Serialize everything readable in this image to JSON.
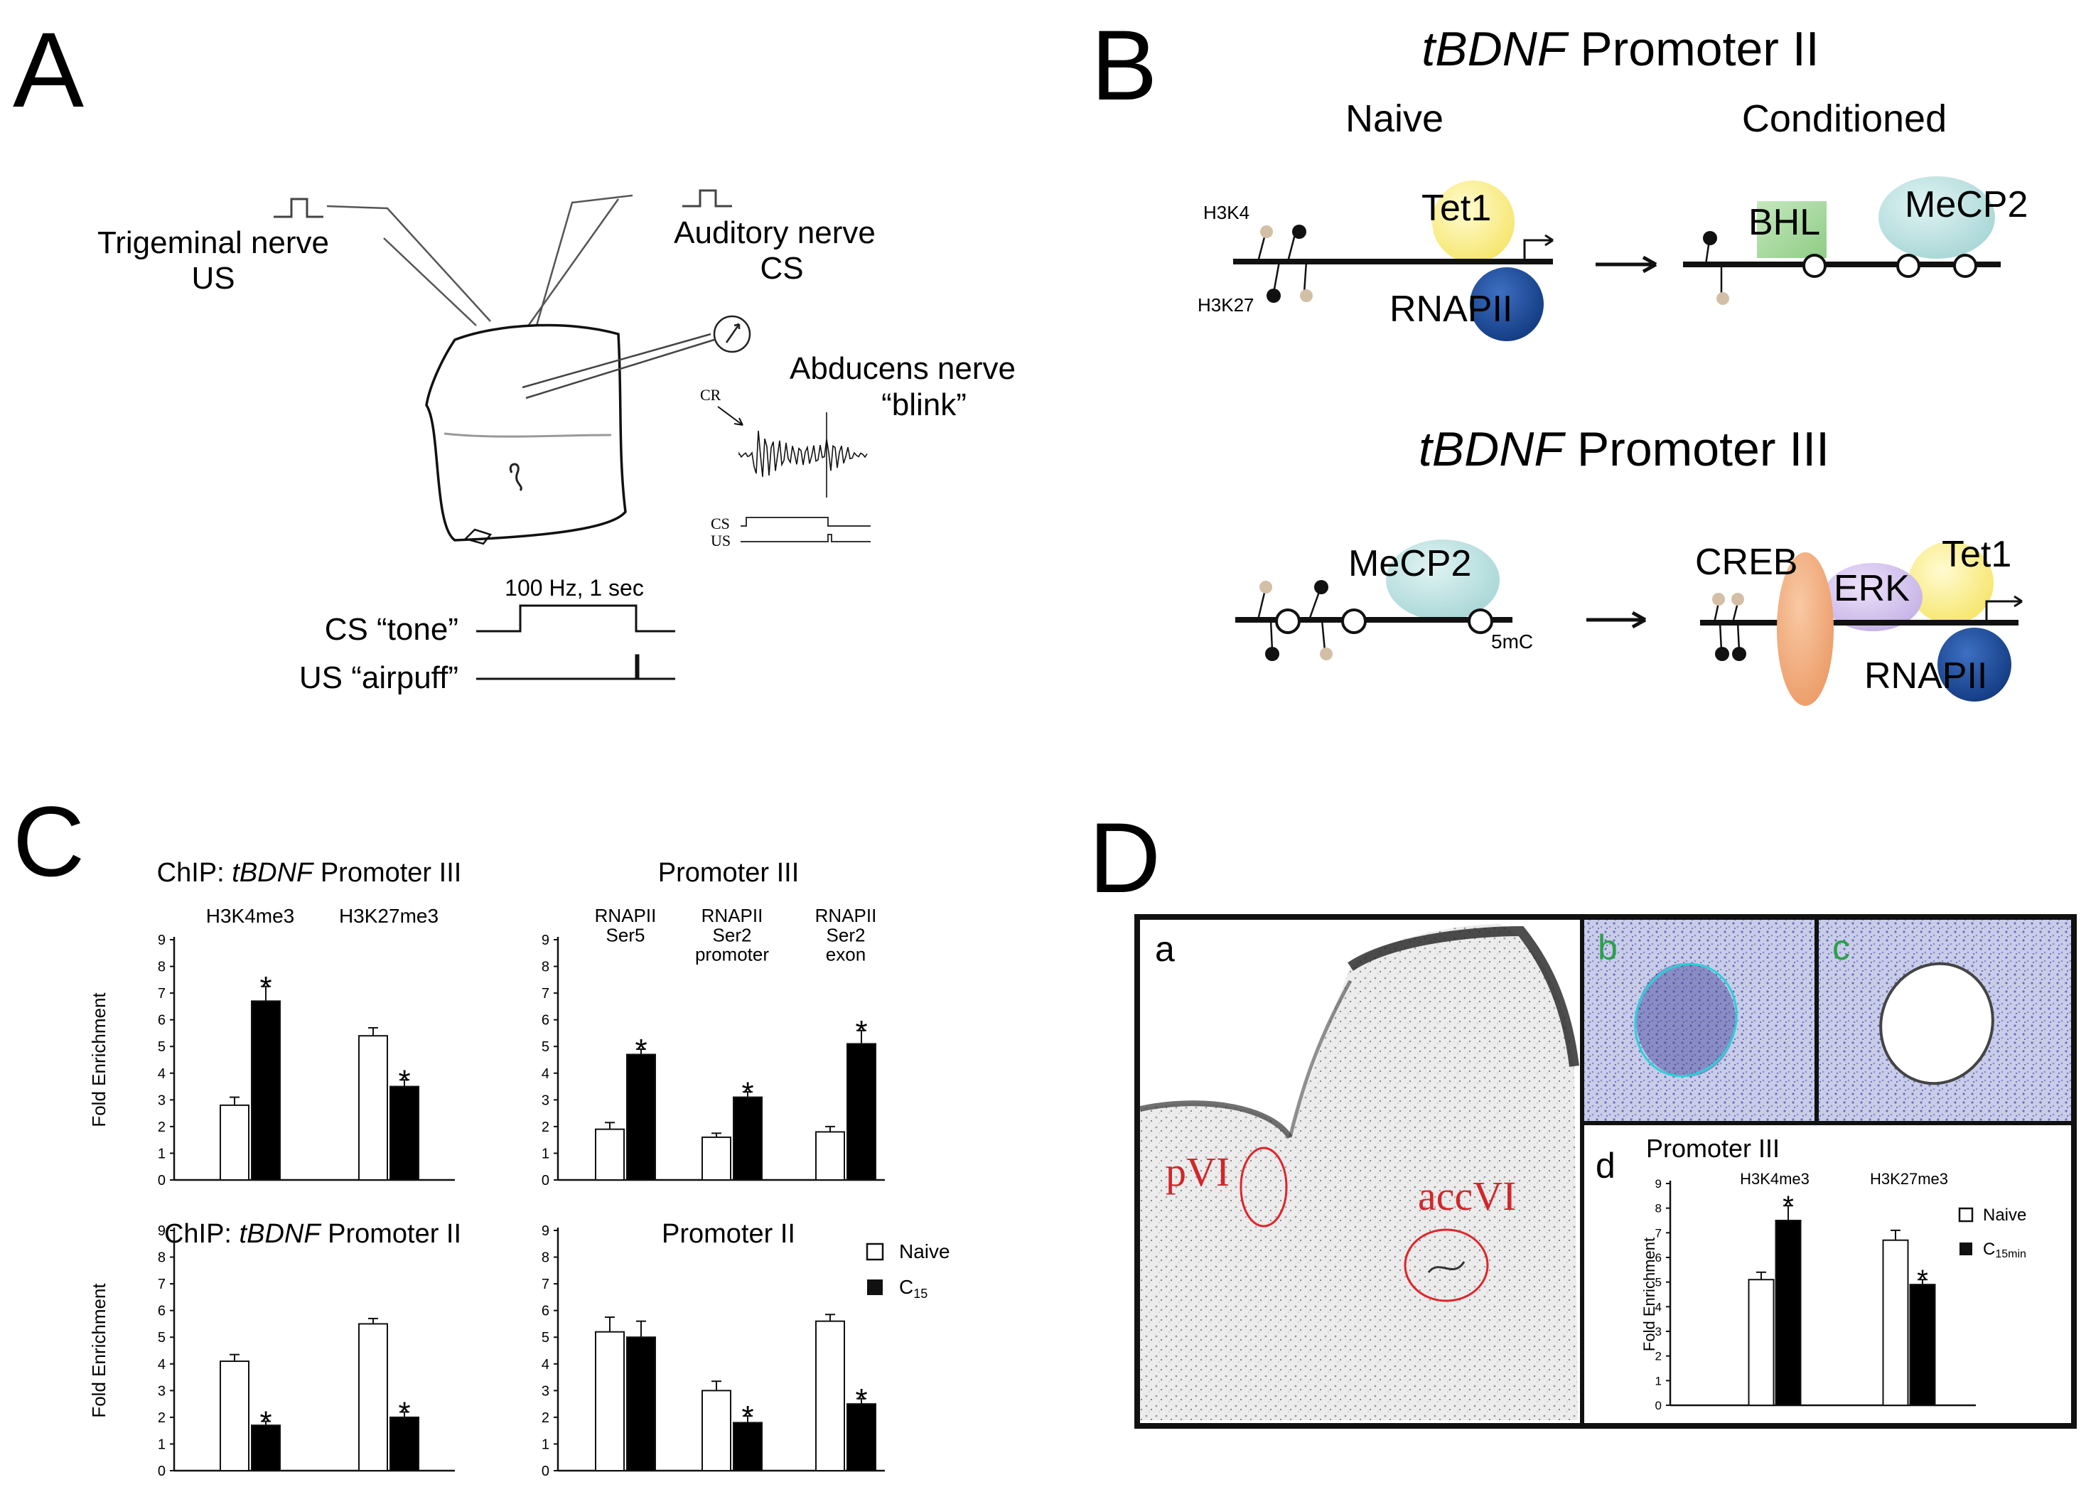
{
  "panels": {
    "A": {
      "letter": "A",
      "trigeminal": "Trigeminal nerve",
      "us": "US",
      "auditory": "Auditory nerve",
      "cs": "CS",
      "abducens": "Abducens nerve",
      "blink": "“blink”",
      "cr": "CR",
      "cs_small": "CS",
      "us_small": "US",
      "freq": "100 Hz, 1 sec",
      "cs_tone": "CS “tone”",
      "us_airpuff": "US “airpuff”"
    },
    "B": {
      "letter": "B",
      "p2_title_italic": "tBDNF",
      "p2_title_rest": " Promoter II",
      "naive": "Naive",
      "conditioned": "Conditioned",
      "h3k4": "H3K4",
      "h3k27": "H3K27",
      "tet1": "Tet1",
      "rnapii": "RNAPII",
      "bhl": "BHL",
      "mecp2": "MeCP2",
      "p3_title_italic": "tBDNF",
      "p3_title_rest": " Promoter III",
      "mecp2_b": "MeCP2",
      "fivemc": "5mC",
      "creb": "CREB",
      "erk": "ERK",
      "tet1_b": "Tet1",
      "rnapii_b": "RNAPII"
    },
    "C": {
      "letter": "C"
    },
    "D": {
      "letter": "D",
      "a": "a",
      "b": "b",
      "c": "c",
      "d": "d",
      "pvi": "pVI",
      "accvi": "accVI"
    }
  },
  "legend": {
    "naive": "Naive",
    "c15_main": "C",
    "c15_sub": "15"
  },
  "legend_d": {
    "naive": "Naive",
    "c15_main": "C",
    "c15_sub": "15min"
  },
  "colors": {
    "naive": "#ffffff",
    "conditioned": "#000000",
    "tet1": "#fff29a",
    "rnapii": "#1f4e9c",
    "mecp2": "#bfe3e3",
    "bhl": "#a9d9a0",
    "creb": "#f4b183",
    "erk": "#d9c8f0",
    "accent_red": "#d2262b"
  },
  "chart_data": [
    {
      "id": "C-top-left",
      "type": "bar",
      "title_prefix": "ChIP: ",
      "title_italic": "tBDNF",
      "title_rest": " Promoter III",
      "categories": [
        "H3K4me3",
        "H3K27me3"
      ],
      "ylabel": "Fold Enrichment",
      "ylim": [
        0,
        9
      ],
      "yticks": [
        "0",
        "1",
        "2",
        "3",
        "4",
        "5",
        "6",
        "7",
        "8",
        "9"
      ],
      "series": [
        {
          "name": "Naive",
          "values": [
            2.8,
            5.4
          ],
          "errors": [
            0.3,
            0.3
          ]
        },
        {
          "name": "C15",
          "values": [
            6.7,
            3.5
          ],
          "errors": [
            0.55,
            0.25
          ]
        }
      ],
      "significant": [
        true,
        true
      ]
    },
    {
      "id": "C-top-right",
      "type": "bar",
      "title": "Promoter III",
      "categories": [
        [
          "RNAPII",
          "Ser5"
        ],
        [
          "RNAPII",
          "Ser2",
          "promoter"
        ],
        [
          "RNAPII",
          "Ser2",
          "exon"
        ]
      ],
      "ylim": [
        0,
        9
      ],
      "yticks": [
        "0",
        "1",
        "2",
        "3",
        "4",
        "5",
        "6",
        "7",
        "8",
        "9"
      ],
      "series": [
        {
          "name": "Naive",
          "values": [
            1.9,
            1.6,
            1.8
          ],
          "errors": [
            0.25,
            0.15,
            0.2
          ]
        },
        {
          "name": "C15",
          "values": [
            4.7,
            3.1,
            5.1
          ],
          "errors": [
            0.2,
            0.2,
            0.5
          ]
        }
      ],
      "significant": [
        true,
        true,
        true
      ]
    },
    {
      "id": "C-bottom-left",
      "type": "bar",
      "title_prefix": "ChIP: ",
      "title_italic": "tBDNF",
      "title_rest": " Promoter II",
      "categories": [
        "",
        ""
      ],
      "ylabel": "Fold Enrichment",
      "ylim": [
        0,
        9
      ],
      "yticks": [
        "0",
        "1",
        "2",
        "3",
        "4",
        "5",
        "6",
        "7",
        "8",
        "9"
      ],
      "series": [
        {
          "name": "Naive",
          "values": [
            4.1,
            5.5
          ],
          "errors": [
            0.25,
            0.2
          ]
        },
        {
          "name": "C15",
          "values": [
            1.7,
            2.0
          ],
          "errors": [
            0.15,
            0.2
          ]
        }
      ],
      "significant": [
        true,
        true
      ]
    },
    {
      "id": "C-bottom-right",
      "type": "bar",
      "title": "Promoter II",
      "categories": [
        "",
        "",
        ""
      ],
      "ylim": [
        0,
        9
      ],
      "yticks": [
        "0",
        "1",
        "2",
        "3",
        "4",
        "5",
        "6",
        "7",
        "8",
        "9"
      ],
      "series": [
        {
          "name": "Naive",
          "values": [
            5.2,
            3.0,
            5.6
          ],
          "errors": [
            0.55,
            0.35,
            0.25
          ]
        },
        {
          "name": "C15",
          "values": [
            5.0,
            1.8,
            2.5
          ],
          "errors": [
            0.6,
            0.25,
            0.2
          ]
        }
      ],
      "significant": [
        false,
        true,
        true
      ]
    },
    {
      "id": "D-d",
      "type": "bar",
      "title": "Promoter III",
      "categories": [
        "H3K4me3",
        "H3K27me3"
      ],
      "ylabel": "Fold Enrichment",
      "ylim": [
        0,
        9
      ],
      "yticks": [
        "0",
        "1",
        "2",
        "3",
        "4",
        "5",
        "6",
        "7",
        "8",
        "9"
      ],
      "series": [
        {
          "name": "Naive",
          "values": [
            5.1,
            6.7
          ],
          "errors": [
            0.3,
            0.4
          ]
        },
        {
          "name": "C15min",
          "values": [
            7.5,
            4.9
          ],
          "errors": [
            0.6,
            0.2
          ]
        }
      ],
      "significant": [
        true,
        true
      ]
    }
  ]
}
